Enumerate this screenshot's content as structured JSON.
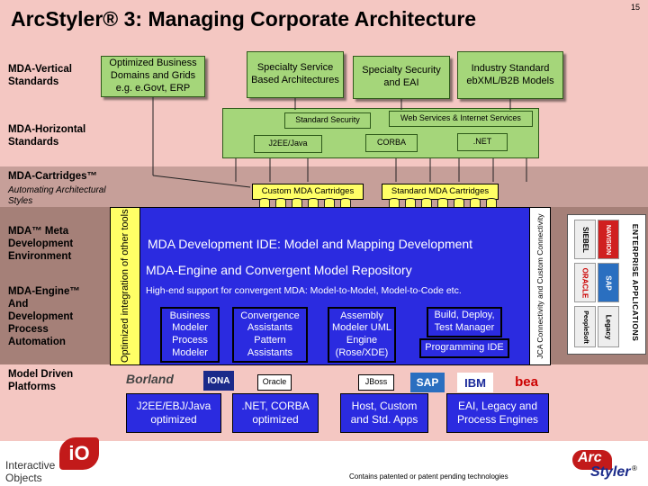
{
  "page_number": "15",
  "title": "ArcStyler® 3: Managing Corporate Architecture",
  "colors": {
    "pink_band": "#f4c7c2",
    "mid_band": "#c69f99",
    "dark_band": "#a58078",
    "box_green": "#a5d67a",
    "box_blue": "#2b2be0",
    "box_yellow": "#ffff66"
  },
  "rows": {
    "vertical": "MDA-Vertical Standards",
    "horizontal": "MDA-Horizontal Standards",
    "cartridges": "MDA-Cartridges™",
    "cartridges_sub": "Automating Architectural Styles",
    "meta": "MDA™ Meta Development Environment",
    "engine": "MDA-Engine™ And Development Process Automation",
    "platforms": "Model Driven Platforms"
  },
  "vertical_boxes": [
    "Optimized Business Domains and Grids e.g. e.Govt, ERP",
    "Specialty Service Based Architectures",
    "Specialty Security and EAI",
    "Industry Standard ebXML/B2B Models"
  ],
  "horizontal_boxes": {
    "standard_security": "Standard Security",
    "web_services": "Web Services & Internet Services",
    "j2ee": "J2EE/Java",
    "corba": "CORBA",
    "net": ".NET"
  },
  "cartridges": {
    "custom": "Custom MDA Cartridges",
    "standard": "Standard MDA Cartridges"
  },
  "side_left": "Optimized integration of other tools",
  "side_right": "JCA Connectivity and Custom Connectivity",
  "ide": {
    "title": "MDA Development IDE: Model and Mapping Development",
    "engine": "MDA-Engine and Convergent Model Repository",
    "support": "High-end support for convergent MDA: Model-to-Model, Model-to-Code etc.",
    "modules": [
      "Business Modeler Process Modeler",
      "Convergence Assistants Pattern Assistants",
      "Assembly Modeler UML Engine (Rose/XDE)",
      "Build, Deploy, Test Manager",
      "Programming IDE"
    ]
  },
  "ent_panel": {
    "title": "ENTERPRISE APPLICATIONS",
    "logos": [
      "SIEBEL",
      "NAVISION",
      "ORACLE",
      "SAP",
      "PeopleSoft",
      "Legacy"
    ]
  },
  "vendors": {
    "borland": "Borland",
    "iona": "IONA",
    "oracle": "Oracle",
    "jboss": "JBoss",
    "sap": "SAP",
    "ibm": "IBM",
    "bea": "bea"
  },
  "platforms": [
    "J2EE/EBJ/Java optimized",
    ".NET, CORBA optimized",
    "Host, Custom and Std. Apps",
    "EAI, Legacy and Process Engines"
  ],
  "footer": {
    "company": "Interactive Objects",
    "patent": "Contains patented or patent pending technologies",
    "arc": "Arc",
    "styler": "Styler",
    "reg": "®"
  }
}
